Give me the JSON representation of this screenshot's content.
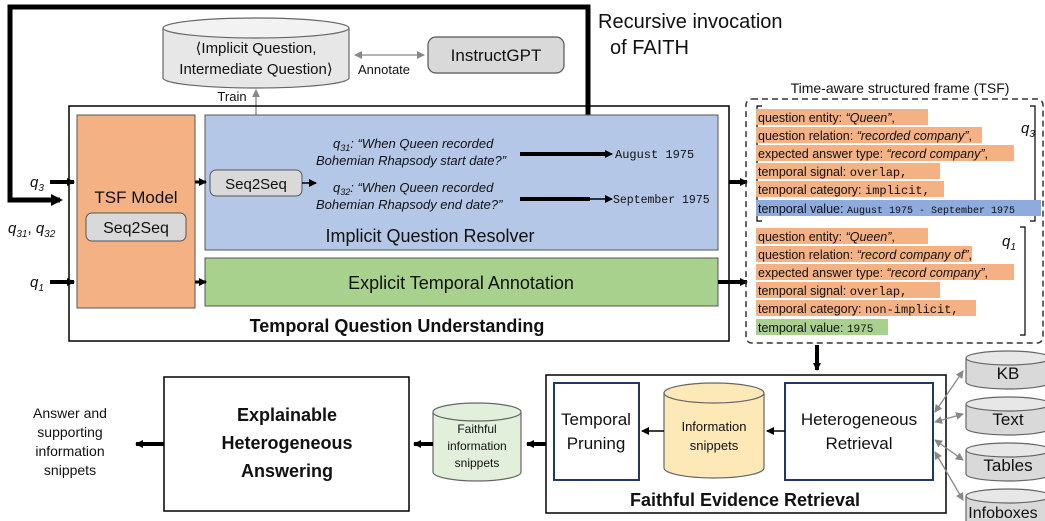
{
  "recursive": {
    "line1": "Recursive invocation",
    "line2": "of FAITH"
  },
  "db_top": {
    "line1": "⟨Implicit Question,",
    "line2": "Intermediate Question⟩"
  },
  "instructgpt": "InstructGPT",
  "annotate": "Annotate",
  "train": "Train",
  "tsf_model": {
    "title": "TSF Model",
    "inner": "Seq2Seq"
  },
  "inputs": {
    "q3": "q",
    "q3_sub": "3",
    "q31": "q",
    "q31_sub": "31",
    "comma": ", ",
    "q32": "q",
    "q32_sub": "32",
    "q1": "q",
    "q1_sub": "1"
  },
  "resolver": {
    "seq2seq": "Seq2Seq",
    "q31_label": "q",
    "q31_sub": "31",
    "q31_line1": ": “When Queen recorded",
    "q31_line2": "Bohemian Rhapsody start date?”",
    "q32_label": "q",
    "q32_sub": "32",
    "q32_line1": ": “When Queen recorded",
    "q32_line2": "Bohemian Rhapsody end date?”",
    "ans1": "August 1975",
    "ans2": "September 1975",
    "title": "Implicit Question Resolver"
  },
  "explicit": "Explicit Temporal Annotation",
  "tqu": "Temporal Question Understanding",
  "tsf_title": "Time-aware structured frame (TSF)",
  "tsf1": {
    "tag": "q",
    "tag_sub": "3",
    "r1_a": "question entity: ",
    "r1_b": "“Queen”",
    "r1_c": ",",
    "r2_a": "question relation: ",
    "r2_b": "“recorded company”",
    "r2_c": ",",
    "r3_a": "expected answer type: ",
    "r3_b": "“record company”",
    "r3_c": ",",
    "r4_a": "temporal signal: ",
    "r4_b": "overlap,",
    "r5_a": "temporal category: ",
    "r5_b": "implicit,",
    "r6_a": "temporal value: ",
    "r6_b": "August 1975 - September 1975"
  },
  "tsf2": {
    "tag": "q",
    "tag_sub": "1",
    "r1_a": "question entity: ",
    "r1_b": "“Queen”",
    "r1_c": ",",
    "r2_a": "question relation: ",
    "r2_b": "“record company of”",
    "r2_c": ",",
    "r3_a": "expected answer type: ",
    "r3_b": "“record company”",
    "r3_c": ",",
    "r4_a": "temporal signal: ",
    "r4_b": "overlap,",
    "r5_a": "temporal category: ",
    "r5_b": "non-implicit,",
    "r6_a": "temporal value: ",
    "r6_b": "1975"
  },
  "sources": [
    "KB",
    "Text",
    "Tables",
    "Infoboxes"
  ],
  "retrieval": {
    "hetero_line1": "Heterogeneous",
    "hetero_line2": "Retrieval",
    "info_line1": "Information",
    "info_line2": "snippets",
    "pruning_line1": "Temporal",
    "pruning_line2": "Pruning",
    "title": "Faithful Evidence Retrieval"
  },
  "faithful_snippets": {
    "line1": "Faithful",
    "line2": "information",
    "line3": "snippets"
  },
  "answering": {
    "line1": "Explainable",
    "line2": "Heterogeneous",
    "line3": "Answering"
  },
  "output": {
    "line1": "Answer and",
    "line2": "supporting",
    "line3": "information",
    "line4": "snippets"
  },
  "colors": {
    "tsf_orange": "#f4b183",
    "resolver_blue": "#b4c7e7",
    "explicit_green": "#a9d18e",
    "db_gray": "#e7e7e7",
    "box_gray": "#d9d9d9",
    "info_yellow": "#fde9b8",
    "faithful_green": "#e2efda",
    "navy": "#1f3864"
  }
}
